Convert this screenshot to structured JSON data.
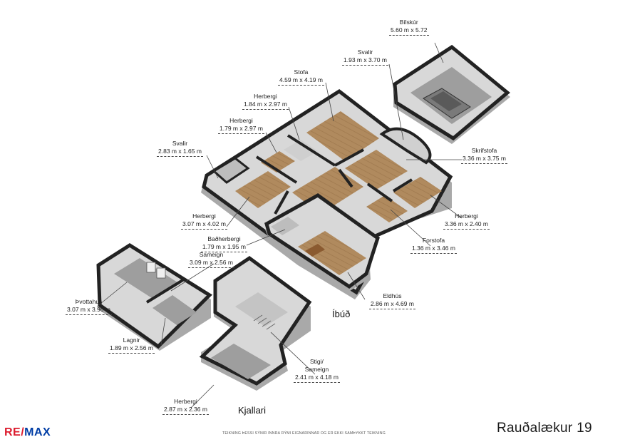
{
  "brand": {
    "part1": "RE/",
    "part2": "MAX"
  },
  "address": "Rauðalækur 19",
  "disclaimer": "TEIKNING ÞESSI SÝNIR INNRA RÝMI EIGNARINNAR OG ER EKKI SAMÞYKKT TEIKNING",
  "sections": {
    "main": "Íbúð",
    "basement": "Kjallari"
  },
  "rooms": {
    "bilskur": {
      "name": "Bílskúr",
      "dims": "5.60 m x 5.72"
    },
    "svalir_top": {
      "name": "Svalir",
      "dims": "1.93 m x 3.70 m"
    },
    "stofa": {
      "name": "Stofa",
      "dims": "4.59 m x 4.19 m"
    },
    "herbergi_a": {
      "name": "Herbergi",
      "dims": "1.84 m x 2.97 m"
    },
    "herbergi_b": {
      "name": "Herbergi",
      "dims": "1.79 m x 2.97 m"
    },
    "svalir_left": {
      "name": "Svalir",
      "dims": "2.83 m x 1.65 m"
    },
    "skrifstofa": {
      "name": "Skrifstofa",
      "dims": "3.36 m x 3.75 m"
    },
    "herbergi_c": {
      "name": "Herbergi",
      "dims": "3.07 m x 4.02 m"
    },
    "herbergi_d": {
      "name": "Herbergi",
      "dims": "3.36 m x 2.40 m"
    },
    "badherbergi": {
      "name": "Baðherbergi",
      "dims": "1.79 m x 1.95 m"
    },
    "forstofa": {
      "name": "Forstofa",
      "dims": "1.36 m x 3.46 m"
    },
    "sameign": {
      "name": "Sameign",
      "dims": "3.09 m x 2.56 m"
    },
    "eldhus": {
      "name": "Eldhús",
      "dims": "2.86 m x 4.69 m"
    },
    "thvottahus": {
      "name": "Þvottahus",
      "dims": "3.07 m x 3.96 m"
    },
    "lagnir": {
      "name": "Lagnir",
      "dims": "1.89 m x 2.56 m"
    },
    "stigi": {
      "name": "Stigi/\nSameign",
      "dims": "2.41 m x 4.18 m"
    },
    "herbergi_k": {
      "name": "Herbergi",
      "dims": "2.87 m x 2.36 m"
    }
  },
  "colors": {
    "wall_top": "#222222",
    "wall_side": "#d8d8d8",
    "wall_side_dark": "#a9a9a9",
    "floor_wood": "#b08a5e",
    "floor_grey": "#9e9e9e",
    "floor_light": "#c4c4c4",
    "brand_red": "#dc1c2e",
    "brand_blue": "#003da5"
  }
}
